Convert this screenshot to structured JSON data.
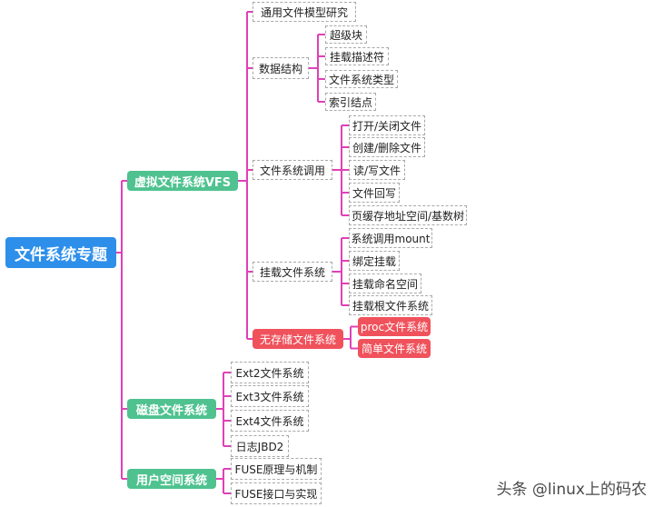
{
  "root": "文件系统专题",
  "branches": {
    "vfs": "虚拟文件系统VFS",
    "disk": "磁盘文件系统",
    "user": "用户空间系统"
  },
  "vfs_items": {
    "model": "通用文件模型研究",
    "ds": "数据结构",
    "syscall": "文件系统调用",
    "mount": "挂载文件系统",
    "nostore": "无存储文件系统"
  },
  "ds_items": [
    "超级块",
    "挂载描述符",
    "文件系统类型",
    "索引结点"
  ],
  "syscall_items": [
    "打开/关闭文件",
    "创建/删除文件",
    "读/写文件",
    "文件回写",
    "页缓存地址空间/基数树"
  ],
  "mount_items": [
    "系统调用mount",
    "绑定挂载",
    "挂载命名空间",
    "挂载根文件系统"
  ],
  "nostore_items": [
    "proc文件系统",
    "简单文件系统"
  ],
  "disk_items": [
    "Ext2文件系统",
    "Ext3文件系统",
    "Ext4文件系统",
    "日志JBD2"
  ],
  "user_items": [
    "FUSE原理与机制",
    "FUSE接口与实现"
  ],
  "watermark": "头条 @linux上的码农",
  "colors": {
    "root": "#2d8fea",
    "branch": "#4fc28f",
    "highlight": "#f0525c",
    "connector": "#e040b8"
  }
}
